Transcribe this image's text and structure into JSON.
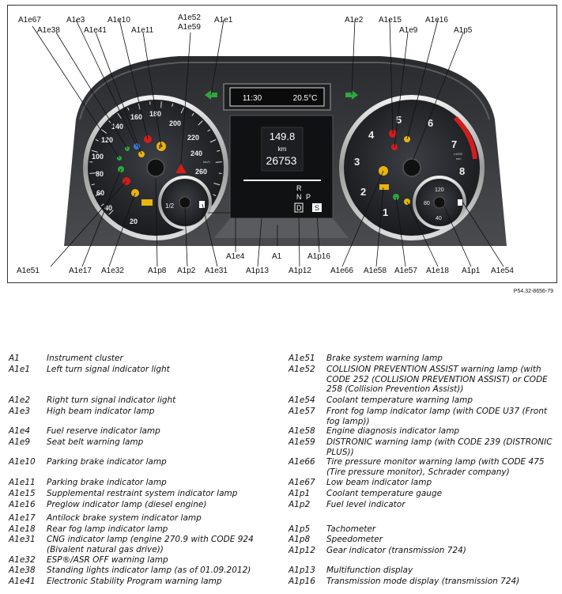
{
  "figure_id": "P54.32-8656-79",
  "display": {
    "clock": "11:30",
    "outside_temp": "20.5°C",
    "trip_km": "149.8",
    "km_unit": "km",
    "odometer": "26753",
    "gear_r": "R",
    "gear_n": "N",
    "gear_p": "P",
    "gear_d": "D",
    "mode": "S"
  },
  "speedometer": {
    "ticks": [
      "20",
      "40",
      "60",
      "80",
      "100",
      "120",
      "140",
      "160",
      "180",
      "200",
      "220",
      "240",
      "260"
    ],
    "unit": "km/h"
  },
  "tachometer": {
    "ticks": [
      "1",
      "2",
      "3",
      "4",
      "5",
      "6",
      "7",
      "8"
    ],
    "unit_top": "x1000",
    "unit_bottom": "min"
  },
  "fuel_gauge": {
    "half": "1/2"
  },
  "coolant_gauge": {
    "ticks": [
      "40",
      "80",
      "120"
    ]
  },
  "callouts": {
    "A1e67": "A1e67",
    "A1e38": "A1e38",
    "A1e3": "A1e3",
    "A1e41": "A1e41",
    "A1e10": "A1e10",
    "A1e11": "A1e11",
    "A1e52": "A1e52",
    "A1e59": "A1e59",
    "A1e1": "A1e1",
    "A1e2": "A1e2",
    "A1e15": "A1e15",
    "A1e9": "A1e9",
    "A1e16": "A1e16",
    "A1p5": "A1p5",
    "A1e51": "A1e51",
    "A1e17": "A1e17",
    "A1e32": "A1e32",
    "A1p8": "A1p8",
    "A1p2": "A1p2",
    "A1e31": "A1e31",
    "A1e4": "A1e4",
    "A1": "A1",
    "A1p13": "A1p13",
    "A1p12": "A1p12",
    "A1p16": "A1p16",
    "A1e66": "A1e66",
    "A1e58": "A1e58",
    "A1e57": "A1e57",
    "A1e18": "A1e18",
    "A1p1": "A1p1",
    "A1e54": "A1e54"
  },
  "legend_left": [
    {
      "code": "A1",
      "desc": "Instrument cluster"
    },
    {
      "code": "A1e1",
      "desc": "Left turn signal indicator light"
    },
    {
      "code": "A1e2",
      "desc": "Right turn signal indicator light"
    },
    {
      "code": "A1e3",
      "desc": "High beam indicator lamp"
    },
    {
      "code": "A1e4",
      "desc": "Fuel reserve indicator lamp"
    },
    {
      "code": "A1e9",
      "desc": "Seat belt warning lamp"
    },
    {
      "code": "A1e10",
      "desc": "Parking brake indicator lamp"
    },
    {
      "code": "A1e11",
      "desc": "Parking brake indicator lamp"
    },
    {
      "code": "A1e15",
      "desc": "Supplemental restraint system indicator lamp"
    },
    {
      "code": "A1e16",
      "desc": "Preglow indicator lamp (diesel engine)"
    },
    {
      "code": "A1e17",
      "desc": "Antilock brake system indicator lamp"
    },
    {
      "code": "A1e18",
      "desc": "Rear fog lamp indicator lamp"
    },
    {
      "code": "A1e31",
      "desc": "CNG indicator lamp (engine 270.9 with CODE 924 (Bivalent natural gas drive))"
    },
    {
      "code": "A1e32",
      "desc": "ESP®/ASR OFF warning lamp"
    },
    {
      "code": "A1e38",
      "desc": "Standing lights indicator lamp (as of 01.09.2012)"
    },
    {
      "code": "A1e41",
      "desc": "Electronic Stability Program warning lamp"
    }
  ],
  "legend_right": [
    {
      "code": "A1e51",
      "desc": "Brake system warning lamp"
    },
    {
      "code": "A1e52",
      "desc": "COLLISION PREVENTION ASSIST warning lamp (with CODE 252 (COLLISION PREVENTION ASSIST) or CODE 258 (Collision Prevention Assist))"
    },
    {
      "code": "A1e54",
      "desc": "Coolant temperature warning lamp"
    },
    {
      "code": "A1e57",
      "desc": "Front fog lamp indicator lamp (with CODE U37 (Front fog lamp))"
    },
    {
      "code": "A1e58",
      "desc": "Engine diagnosis indicator lamp"
    },
    {
      "code": "A1e59",
      "desc": "DISTRONIC warning lamp (with CODE 239 (DISTRONIC PLUS))"
    },
    {
      "code": "A1e66",
      "desc": "Tire pressure monitor warning lamp (with CODE 475 (Tire pressure monitor), Schrader company)"
    },
    {
      "code": "A1e67",
      "desc": "Low beam indicator lamp"
    },
    {
      "code": "A1p1",
      "desc": "Coolant temperature gauge"
    },
    {
      "code": "A1p2",
      "desc": "Fuel level indicator"
    },
    {
      "code": "A1p5",
      "desc": "Tachometer"
    },
    {
      "code": "A1p8",
      "desc": "Speedometer"
    },
    {
      "code": "A1p12",
      "desc": "Gear indicator (transmission 724)"
    },
    {
      "code": "A1p13",
      "desc": "Multifunction display"
    },
    {
      "code": "A1p16",
      "desc": "Transmission mode display (transmission 724)"
    }
  ]
}
